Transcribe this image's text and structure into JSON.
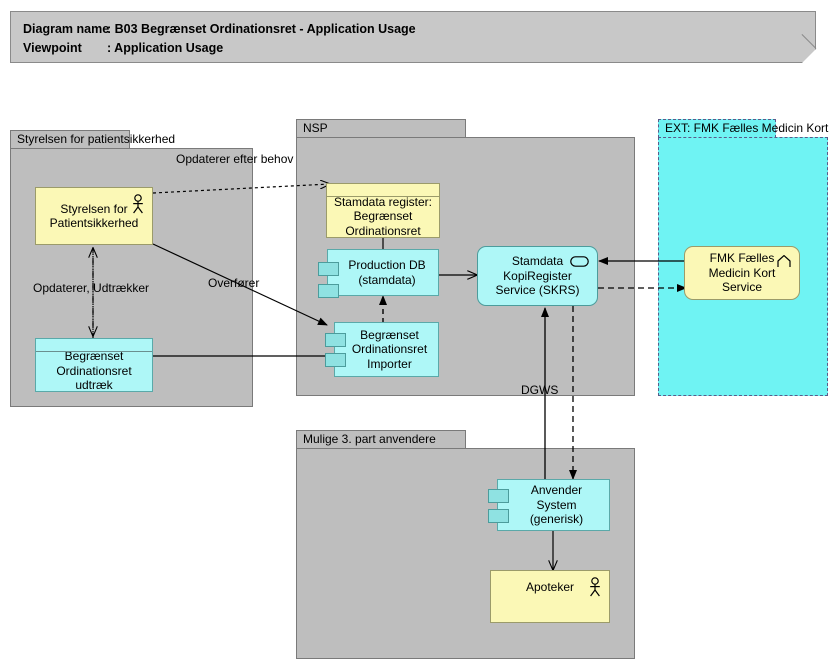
{
  "header": {
    "line1_label": "Diagram name",
    "line1_sep": ": B03 Begrænset Ordinationsret - Application Usage",
    "line2_label": "Viewpoint",
    "line2_sep": ": Application Usage"
  },
  "groups": [
    {
      "id": "styrelsen",
      "title": "Styrelsen for patientsikkerhed"
    },
    {
      "id": "nsp",
      "title": "NSP"
    },
    {
      "id": "ext",
      "title": "EXT: FMK Fælles Medicin Kort"
    },
    {
      "id": "tredjepart",
      "title": "Mulige 3. part anvendere"
    }
  ],
  "nodes": [
    {
      "id": "styrelsen_actor",
      "label": "Styrelsen for Patientsikkerhed",
      "icon": "actor-icon",
      "shape": "actor-node",
      "fill": "#fbf8b6"
    },
    {
      "id": "udtraek",
      "label": "Begrænset Ordinationsret udtræk",
      "icon": "artifact-icon",
      "shape": "artifact-cyan",
      "fill": "#aef7f7"
    },
    {
      "id": "stamdata_register",
      "label": "Stamdata register: Begrænset Ordinationsret",
      "icon": "artifact-icon",
      "shape": "artifact",
      "fill": "#fbf8b6"
    },
    {
      "id": "production_db",
      "label": "Production DB (stamdata)",
      "icon": "component-icon",
      "shape": "component",
      "fill": "#aef7f7"
    },
    {
      "id": "importer",
      "label": "Begrænset Ordinationsret Importer",
      "icon": "component-icon",
      "shape": "component",
      "fill": "#aef7f7"
    },
    {
      "id": "skrs",
      "label": "Stamdata KopiRegister Service (SKRS)",
      "icon": "interface-oval-icon",
      "shape": "service",
      "fill": "#aef7f7"
    },
    {
      "id": "fmk_service",
      "label": "FMK Fælles Medicin Kort Service",
      "icon": "chevron-up-icon",
      "shape": "service-y",
      "fill": "#fbf8b6"
    },
    {
      "id": "anvender_system",
      "label": "Anvender System (generisk)",
      "icon": "component-icon",
      "shape": "component",
      "fill": "#aef7f7"
    },
    {
      "id": "apoteker",
      "label": "Apoteker",
      "icon": "actor-icon",
      "shape": "actor-node",
      "fill": "#fbf8b6"
    }
  ],
  "edge_labels": {
    "opdaterer_efter_behov": "Opdaterer efter behov",
    "opdaterer_udtraekker": "Opdaterer, Udtrækker",
    "overfoerer": "Overfører",
    "dgws": "DGWS"
  },
  "palette": {
    "group_fill": "#bebebe",
    "ext_fill": "#6ff3f3",
    "yellow": "#fbf8b6",
    "cyan": "#aef7f7",
    "banner": "#c8c8c8",
    "line": "#000000"
  }
}
